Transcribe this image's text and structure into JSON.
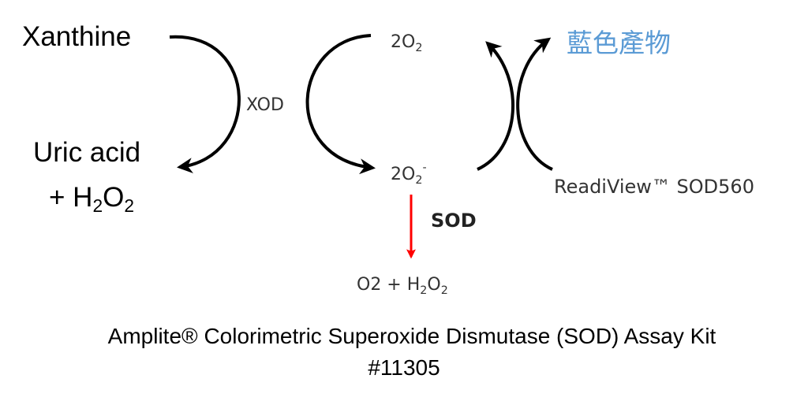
{
  "colors": {
    "product": "#5b9bd5",
    "sod_arrow": "#ff0000",
    "text": "#000000"
  },
  "substrate": "Xanthine",
  "byproduct": {
    "line1": "Uric acid",
    "line2_prefix": "+ H",
    "line2_sub1": "2",
    "line2_mid": "O",
    "line2_sub2": "2"
  },
  "enzyme_xod": "XOD",
  "oxygen": {
    "main": "2O",
    "sub": "2"
  },
  "superoxide": {
    "main": "2O",
    "sub": "2",
    "sup": "-"
  },
  "enzyme_sod": "SOD",
  "sod_products": {
    "prefix": "O2 + H",
    "sub1": "2",
    "mid": "O",
    "sub2": "2"
  },
  "product_label": "藍色產物",
  "probe_label": "ReadiView™ SOD560",
  "caption": {
    "line1": "Amplite® Colorimetric Superoxide Dismutase (SOD) Assay Kit",
    "line2": "#11305"
  }
}
